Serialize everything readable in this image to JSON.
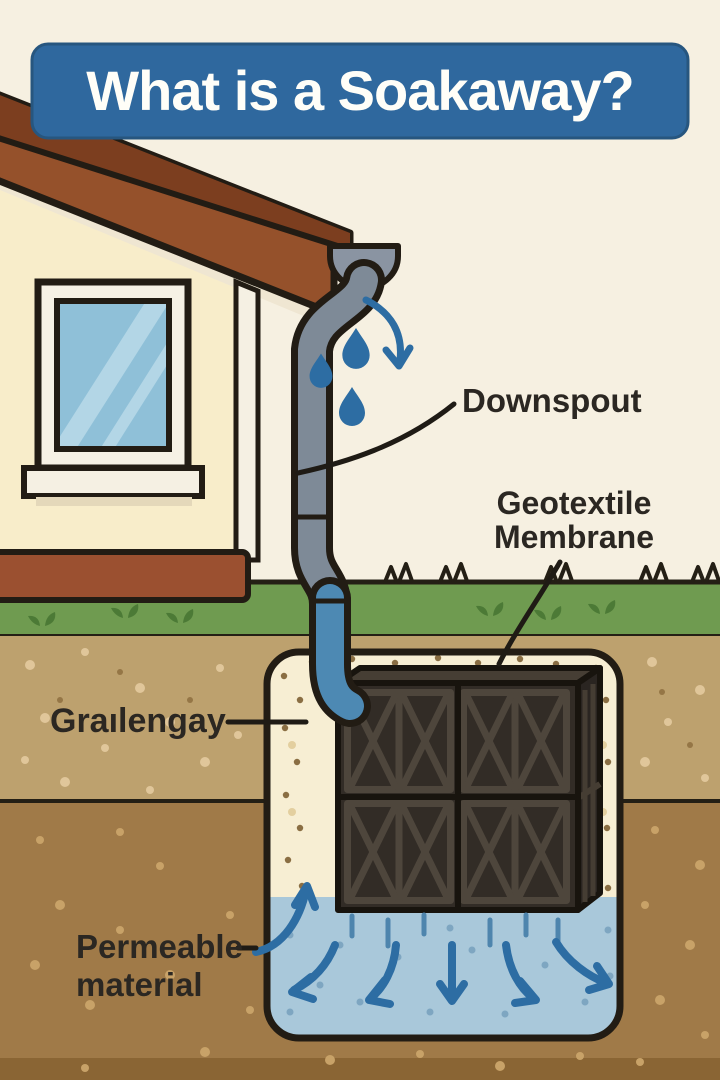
{
  "title": {
    "text": "What is a Soakaway?"
  },
  "callouts": {
    "downspout": "Downspout",
    "geotextile": [
      "Geotextile",
      "Membrane"
    ],
    "gravel": "Graılengay",
    "permeable": [
      "Permeable",
      "material"
    ]
  },
  "palette": {
    "background_cream": "#f6f0e1",
    "banner_blue": "#2f689e",
    "roof_brown_dark": "#7c3e1f",
    "roof_brown_light": "#95512b",
    "wall_cream": "#f8edca",
    "window_glass_blue": "#8fc0d8",
    "footing_brown": "#9b5030",
    "pipe_gray": "#7e8a97",
    "pipe_water_blue": "#4d89b3",
    "grass_green": "#6f9b50",
    "topsoil_tan": "#bda16e",
    "subsoil_brown": "#a07a48",
    "pit_gravel_cream": "#f7eed3",
    "groundwater_blue": "#a9c8da",
    "arrow_blue": "#2d6da3",
    "crate_dark": "#322c26",
    "outline_dark": "#221c14"
  }
}
